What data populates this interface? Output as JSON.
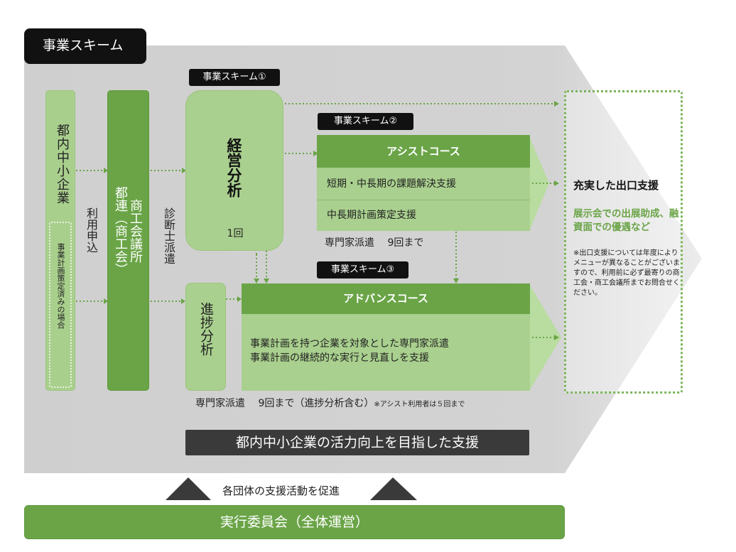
{
  "scheme_title": "事業スキーム",
  "col_company": "都内中小企業",
  "col_company_sub": "事業計画策定済みの場合",
  "col_apply": "利用申込",
  "col_federation_a": "都連（商工会）",
  "col_federation_b": "商工会議所",
  "col_diagnostician": "診断士派遣",
  "scheme1": {
    "tag": "事業スキーム①",
    "title": "経営分析",
    "count": "1回"
  },
  "scheme2": {
    "tag": "事業スキーム②",
    "course": "アシストコース",
    "item1": "短期・中長期の課題解決支援",
    "item2": "中長期計画策定支援",
    "note": "専門家派遣　 9回まで"
  },
  "scheme3": {
    "tag": "事業スキーム③",
    "course": "アドバンスコース",
    "line1": "事業計画を持つ企業を対象とした専門家派遣",
    "line2": "事業計画の継続的な実行と見直しを支援",
    "note": "専門家派遣　 9回まで（進捗分析含む）",
    "note_small": "※アシスト利用者は５回まで"
  },
  "progress": "進捗分析",
  "exit": {
    "title": "充実した出口支援",
    "highlight": "展示会での出展助成、融資面での優遇など",
    "note": "※出口支援については年度によりメニューが異なることがございますので、利用前に必ず最寄りの商工会・商工会議所までお問合せください。"
  },
  "goal": "都内中小企業の活力向上を目指した支援",
  "promote": "各団体の支援活動を促進",
  "committee": "実行委員会（全体運営）",
  "colors": {
    "dark_green": "#6aa447",
    "light_green": "#a9d08e",
    "gray_bg": "#d0d0d0",
    "dark": "#111111"
  }
}
